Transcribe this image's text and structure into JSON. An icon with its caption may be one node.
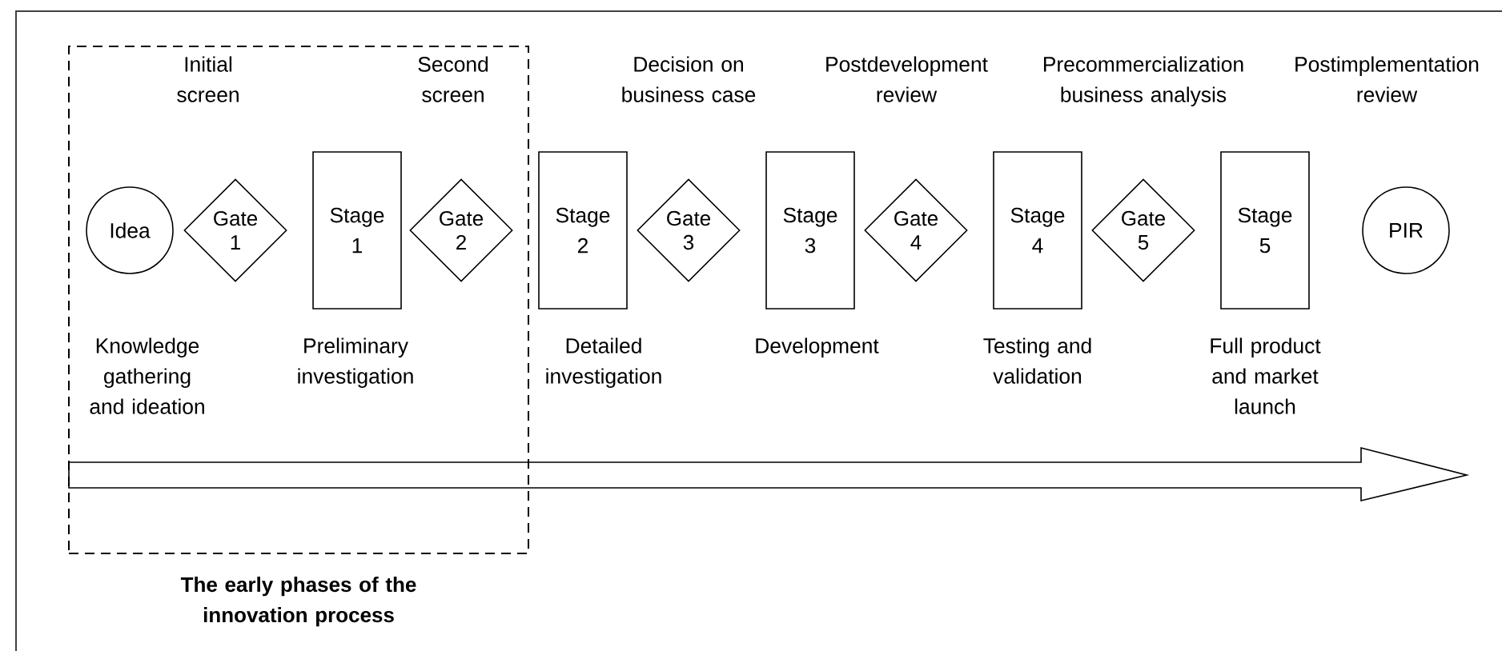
{
  "diagram": {
    "nodes": [
      {
        "text": [
          "The early phases of the innovation process"
        ]
      },
      {
        "text": [
          "Idea"
        ],
        "in": 0,
        "beside": [
          "Knowledge gathering and ideation"
        ]
      },
      {
        "text": [
          "Gate 1"
        ],
        "in": 0
      },
      {
        "text": [
          "Stage 1"
        ],
        "in": 0,
        "beside": [
          "Preliminary investigation"
        ]
      },
      {
        "text": [
          "Gate 2"
        ],
        "in": 0
      },
      {
        "text": [
          "Stage 2"
        ],
        "beside": [
          "Detailed investigation"
        ]
      },
      {
        "text": [
          "Gate 3"
        ]
      },
      {
        "text": [
          "Stage 3"
        ],
        "beside": [
          "Development"
        ]
      },
      {
        "text": [
          "Gate 4"
        ]
      },
      {
        "text": [
          "Stage 4"
        ],
        "beside": [
          "Testing and validation"
        ]
      },
      {
        "text": [
          "Gate 5"
        ]
      },
      {
        "text": [
          "Stage 5"
        ],
        "beside": [
          "Full product and market launch"
        ]
      },
      {
        "text": [
          "PIR"
        ]
      }
    ],
    "labels": [
      "Initial screen",
      "Second screen",
      "Decision on business case",
      "Postdevelopment review",
      "Precommercialization business analysis",
      "Postimplementation review"
    ]
  }
}
